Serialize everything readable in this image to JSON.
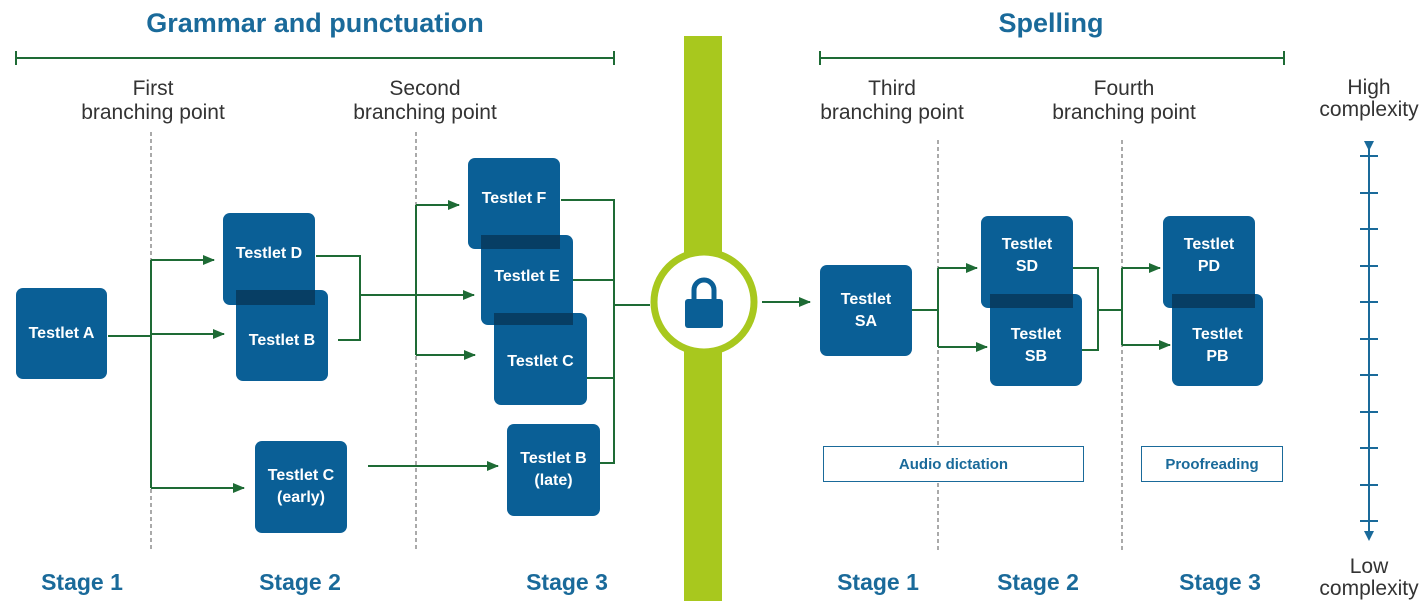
{
  "sections": {
    "grammar": "Grammar and punctuation",
    "spelling": "Spelling"
  },
  "branching_points": {
    "first": [
      "First",
      "branching point"
    ],
    "second": [
      "Second",
      "branching point"
    ],
    "third": [
      "Third",
      "branching point"
    ],
    "fourth": [
      "Fourth",
      "branching point"
    ]
  },
  "stages": {
    "grammar": [
      "Stage 1",
      "Stage 2",
      "Stage 3"
    ],
    "spelling": [
      "Stage 1",
      "Stage 2",
      "Stage 3"
    ]
  },
  "testlets": {
    "a": [
      "Testlet A"
    ],
    "d": [
      "Testlet D"
    ],
    "b": [
      "Testlet B"
    ],
    "c_early": [
      "Testlet C",
      "(early)"
    ],
    "f": [
      "Testlet F"
    ],
    "e": [
      "Testlet E"
    ],
    "c": [
      "Testlet C"
    ],
    "b_late": [
      "Testlet B",
      "(late)"
    ],
    "sa": [
      "Testlet",
      "SA"
    ],
    "sd": [
      "Testlet",
      "SD"
    ],
    "sb": [
      "Testlet",
      "SB"
    ],
    "pd": [
      "Testlet",
      "PD"
    ],
    "pb": [
      "Testlet",
      "PB"
    ]
  },
  "labels": {
    "audio": "Audio dictation",
    "proof": "Proofreading"
  },
  "complexity": {
    "high": [
      "High",
      "complexity"
    ],
    "low": [
      "Low",
      "complexity"
    ]
  },
  "icons": {
    "lock": "lock-icon"
  },
  "colors": {
    "box": "#0a5f96",
    "box_overlap": "#073e64",
    "heading": "#1a6a9a",
    "arrow": "#1e6b35",
    "divider": "#a8c81e"
  }
}
